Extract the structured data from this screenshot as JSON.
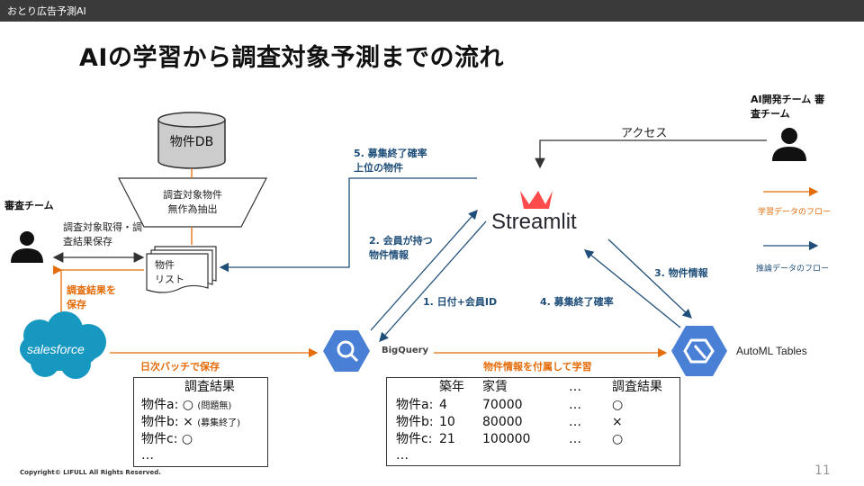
{
  "header": {
    "app_title": "おとり広告予測AI"
  },
  "slide": {
    "title": "AIの学習から調査対象予測までの流れ",
    "copyright": "Copyright© LIFULL All Rights Reserved.",
    "page_number": "11"
  },
  "nodes": {
    "db_label": "物件DB",
    "extract_line1": "調査対象物件",
    "extract_line2": "無作為抽出",
    "list_line1": "物件",
    "list_line2": "リスト",
    "review_team": "審査チーム",
    "review_action_line1": "調査対象取得・調",
    "review_action_line2": "査結果保存",
    "ai_team_line1": "AI開発チーム 審",
    "ai_team_line2": "査チーム",
    "streamlit": "Streamlit",
    "bigquery": "BigQuery",
    "automl": "AutoML Tables",
    "salesforce": "salesforce"
  },
  "flows": {
    "access": "アクセス",
    "step5_line1": "5. 募集終了確率",
    "step5_line2": "上位の物件",
    "step2_line1": "2. 会員が持つ",
    "step2_line2": "物件情報",
    "step1": "1. 日付+会員ID",
    "step3": "3. 物件情報",
    "step4": "4. 募集終了確率",
    "save_results_line1": "調査結果を",
    "save_results_line2": "保存",
    "batch_save": "日次バッチで保存",
    "train_with_info": "物件情報を付属して学習"
  },
  "legend": {
    "learning_flow": "学習データのフロー",
    "inference_flow": "推論データのフロー"
  },
  "colors": {
    "learning": "#e46c0a",
    "inference": "#1f4e79"
  },
  "results_table": {
    "header": "調査結果",
    "rows": [
      {
        "name": "物件a:",
        "mark": "○",
        "note": "(問題無)"
      },
      {
        "name": "物件b:",
        "mark": "×",
        "note": "(募集終了)"
      },
      {
        "name": "物件c:",
        "mark": "○",
        "note": ""
      }
    ],
    "more": "…"
  },
  "training_table": {
    "headers": [
      "築年",
      "家賃",
      "…",
      "調査結果"
    ],
    "rows": [
      {
        "name": "物件a:",
        "age": "4",
        "rent": "70000",
        "dots": "…",
        "result": "○"
      },
      {
        "name": "物件b:",
        "age": "10",
        "rent": "80000",
        "dots": "…",
        "result": "×"
      },
      {
        "name": "物件c:",
        "age": "21",
        "rent": "100000",
        "dots": "…",
        "result": "○"
      }
    ],
    "more": "…"
  }
}
